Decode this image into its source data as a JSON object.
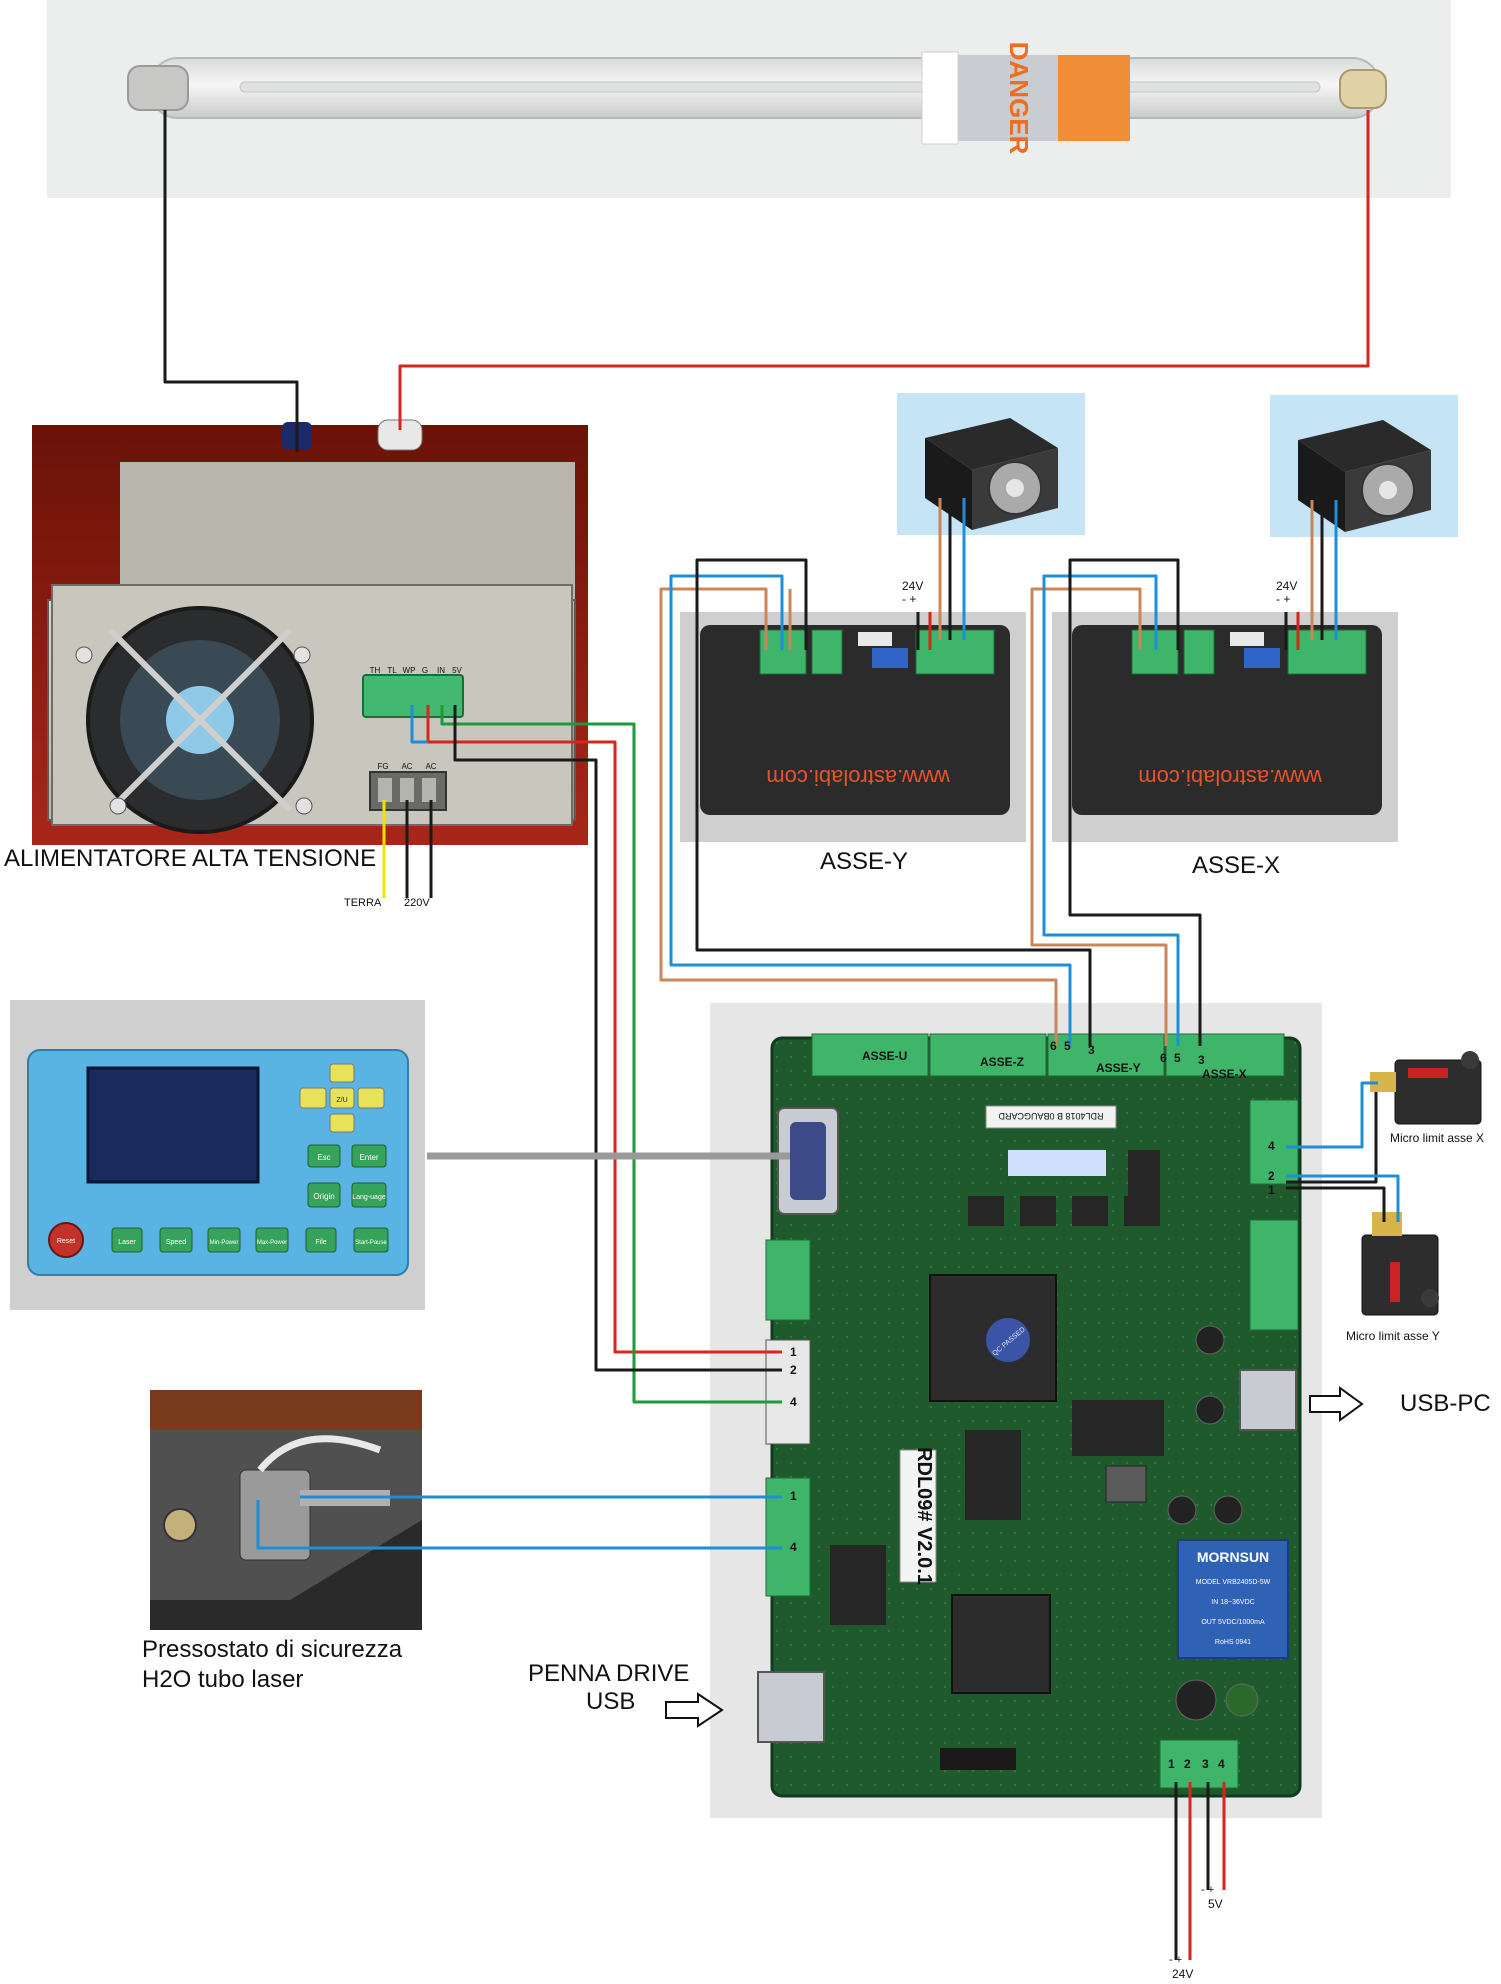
{
  "tube": {
    "warning": "DANGER"
  },
  "psu": {
    "name": "ALIMENTATORE ALTA TENSIONE",
    "terminals": [
      "TH",
      "TL",
      "WP",
      "G",
      "IN",
      "5V"
    ],
    "ac_terminals": [
      "FG",
      "AC",
      "AC"
    ],
    "ground_label": "TERRA",
    "mains_label": "220V"
  },
  "drivers": [
    {
      "axis": "ASSE-Y",
      "brand": "www.astrolabi.com",
      "supply": "24V",
      "polarity": "- +"
    },
    {
      "axis": "ASSE-X",
      "brand": "www.astrolabi.com",
      "supply": "24V",
      "polarity": "- +"
    }
  ],
  "board": {
    "connectors": [
      "ASSE-U",
      "ASSE-Z",
      "ASSE-Y",
      "ASSE-X"
    ],
    "pins_y": [
      "6",
      "5",
      "3"
    ],
    "pins_x": [
      "6",
      "5",
      "3"
    ],
    "limit_pins": [
      "4",
      "2",
      "1"
    ],
    "psu_pins": [
      "1",
      "2",
      "4"
    ],
    "h2o_pins": [
      "1",
      "4"
    ],
    "power_pins": [
      "1",
      "2",
      "3",
      "4"
    ],
    "model": "RDL09# V2.0.1",
    "part": "RDL4018 B 0BAUGCARD",
    "module_brand": "MORNSUN",
    "module_model": "MODEL VRB2405D-5W",
    "module_in": "IN 18~36VDC",
    "module_out": "OUT 5VDC/1000mA",
    "module_rohs": "RoHS 0941",
    "passed": "QC PASSED"
  },
  "panel": {
    "buttons": [
      "Esc",
      "Enter",
      "Origin",
      "Lang-uage",
      "Reset",
      "Laser",
      "Speed",
      "Min-Power",
      "Max-Power",
      "File",
      "Start-Pause"
    ],
    "center_key": "Z/U"
  },
  "labels": {
    "limit_x": "Micro limit asse X",
    "limit_y": "Micro limit asse Y",
    "usb_pc": "USB-PC",
    "pen_drive_line1": "PENNA DRIVE",
    "pen_drive_line2": "USB",
    "pressure_line1": "Pressostato di sicurezza",
    "pressure_line2": "H2O tubo laser",
    "supply_5v": "5V",
    "supply_24v": "24V",
    "polarity_5v": "- +",
    "polarity_24v": "- +"
  },
  "colors": {
    "wire_black": "#1a1a1a",
    "wire_red": "#d7261e",
    "wire_blue": "#1e8fd6",
    "wire_brown": "#c8865a",
    "wire_green": "#1f9a3b",
    "wire_yellow": "#f2e300",
    "wire_gray": "#9a9a9a",
    "pcb": "#1f5a2d",
    "terminal": "#39b265",
    "panel": "#5ab4e3",
    "driver": "#2b2b2b",
    "brand": "#e8542a"
  }
}
